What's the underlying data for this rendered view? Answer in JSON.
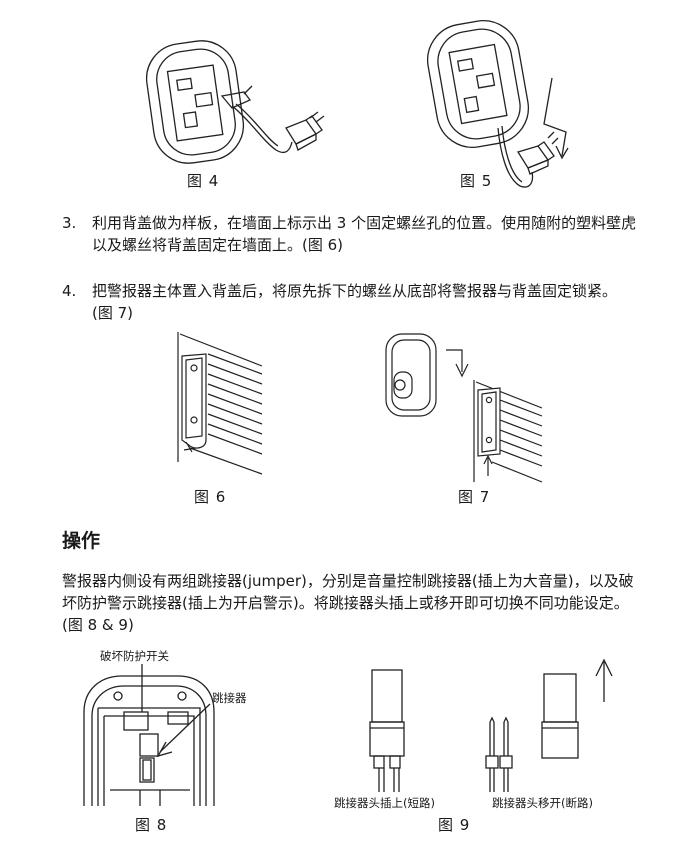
{
  "figures": {
    "fig4": "图 4",
    "fig5": "图 5",
    "fig6": "图 6",
    "fig7": "图 7",
    "fig8": "图 8",
    "fig9": "图 9"
  },
  "steps": [
    {
      "num": "3.",
      "text": "利用背盖做为样板，在墙面上标示出 3 个固定螺丝孔的位置。使用随附的塑料壁虎以及螺丝将背盖固定在墙面上。(图 6)"
    },
    {
      "num": "4.",
      "text": "把警报器主体置入背盖后，将原先拆下的螺丝从底部将警报器与背盖固定锁紧。(图 7)"
    }
  ],
  "section_heading": "操作",
  "operation_text": "警报器内侧设有两组跳接器(jumper)，分别是音量控制跳接器(插上为大音量)，以及破坏防护警示跳接器(插上为开启警示)。将跳接器头插上或移开即可切换不同功能设定。(图 8 & 9)",
  "fig8_labels": {
    "tamper_switch": "破坏防护开关",
    "jumper": "跳接器"
  },
  "fig9_labels": {
    "plugged": "跳接器头插上(短路)",
    "removed": "跳接器头移开(断路)"
  }
}
